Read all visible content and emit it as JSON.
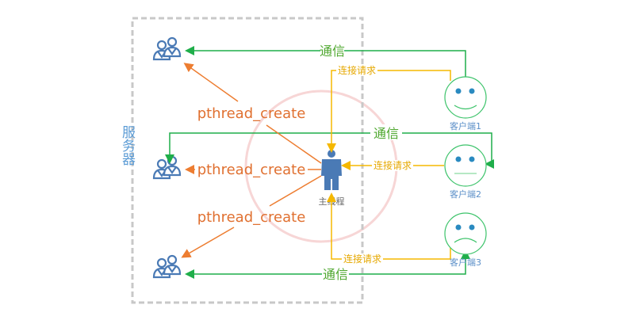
{
  "server_label": "服务器",
  "main_thread_label": "主线程",
  "communication_label": "通信",
  "connect_request_label": "连接请求",
  "pthread_create_label": "pthread_create",
  "clients": [
    {
      "label": "客户端1",
      "mood": "happy"
    },
    {
      "label": "客户端2",
      "mood": "neutral"
    },
    {
      "label": "客户端3",
      "mood": "sad"
    }
  ],
  "colors": {
    "communication": "#1fae4a",
    "connect_request": "#f5b800",
    "pthread_create": "#ed7d31",
    "icon_blue": "#4a7ab5",
    "server_box": "#c8c8c8"
  },
  "icons": [
    "user-group-icon",
    "person-icon",
    "smiley-face-icon"
  ]
}
